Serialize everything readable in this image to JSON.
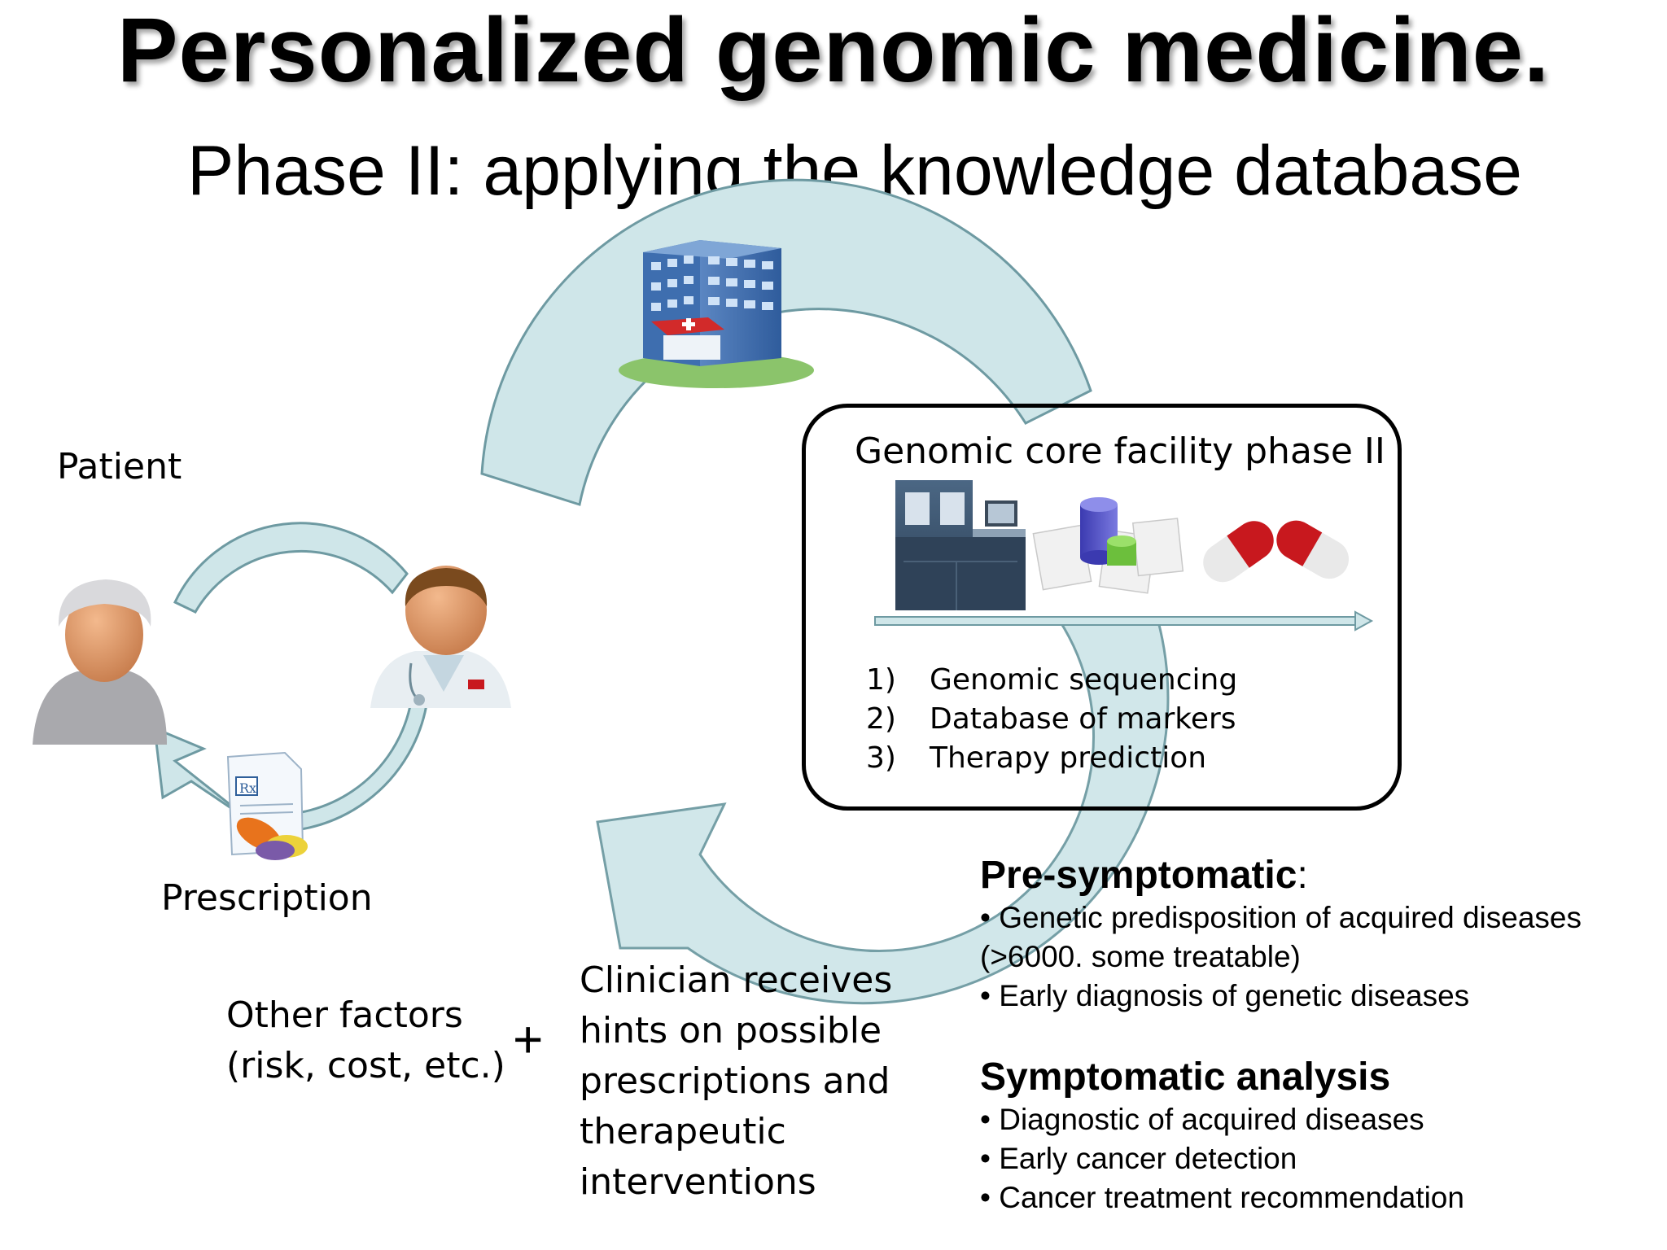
{
  "title": "Personalized genomic medicine.",
  "subtitle": "Phase II: applying the knowledge database",
  "labels": {
    "patient": "Patient",
    "prescription": "Prescription",
    "other_factors_line1": "Other factors",
    "other_factors_line2": "(risk, cost, etc.)",
    "plus": "+",
    "clinician_lines": [
      "Clinician receives",
      "hints on possible",
      "prescriptions and",
      "therapeutic",
      "interventions"
    ]
  },
  "facility": {
    "title": "Genomic core facility phase II",
    "steps": [
      {
        "num": "1)",
        "text": "Genomic sequencing"
      },
      {
        "num": "2)",
        "text": "Database of markers"
      },
      {
        "num": "3)",
        "text": "Therapy prediction"
      }
    ]
  },
  "presymptomatic": {
    "heading": "Pre-symptomatic",
    "colon": ":",
    "bullets": [
      "• Genetic predisposition of acquired diseases",
      "(>6000. some treatable)",
      "• Early diagnosis of genetic diseases"
    ]
  },
  "symptomatic": {
    "heading": "Symptomatic analysis",
    "bullets": [
      "• Diagnostic of acquired diseases",
      "• Early cancer detection",
      "• Cancer treatment recommendation"
    ]
  },
  "icons": {
    "hospital": "hospital-building-icon",
    "patient": "patient-avatar-icon",
    "doctor": "doctor-avatar-icon",
    "prescription": "prescription-icon",
    "sequencer": "sequencer-machine-icon",
    "database": "database-icon",
    "pills": "pills-icon"
  },
  "colors": {
    "arrow_fill": "#cfe6e9",
    "arrow_stroke": "#6e9aa2",
    "pill_red": "#c8181e"
  }
}
